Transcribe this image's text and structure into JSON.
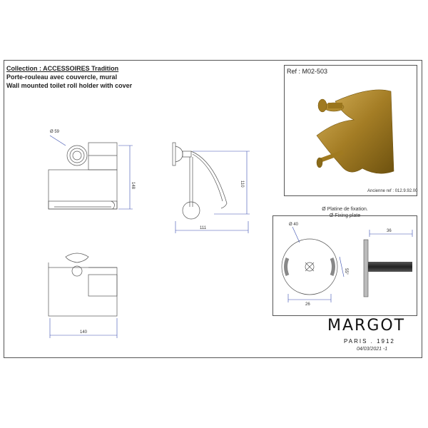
{
  "header": {
    "collection": "Collection : ACCESSOIRES Tradition",
    "title_fr": "Porte-rouleau avec couvercle, mural",
    "title_en": "Wall mounted toilet roll holder with cover"
  },
  "reference": {
    "ref": "Ref : M02-503",
    "old_ref": "Ancienne ref : 012.9.92.00"
  },
  "fixing_plate": {
    "title_fr": "Ø Platine de fixation.",
    "title_en": "Ø Fixing plate"
  },
  "dimensions": {
    "front_diameter": "Ø 59",
    "front_height": "148",
    "side_height": "110",
    "side_depth": "111",
    "top_width": "140",
    "plate_diameter": "Ø 40",
    "plate_hole_spacing": "26",
    "plate_slot": "55°",
    "screw_length": "36"
  },
  "brand": {
    "name": "MARGOT",
    "sub": "PARIS . 1912",
    "date": "04/03/2021 -1"
  },
  "colors": {
    "line": "#555555",
    "dim_line": "#3a4fb0",
    "gold": "#b08a2e",
    "gold_dark": "#7a5c12"
  }
}
